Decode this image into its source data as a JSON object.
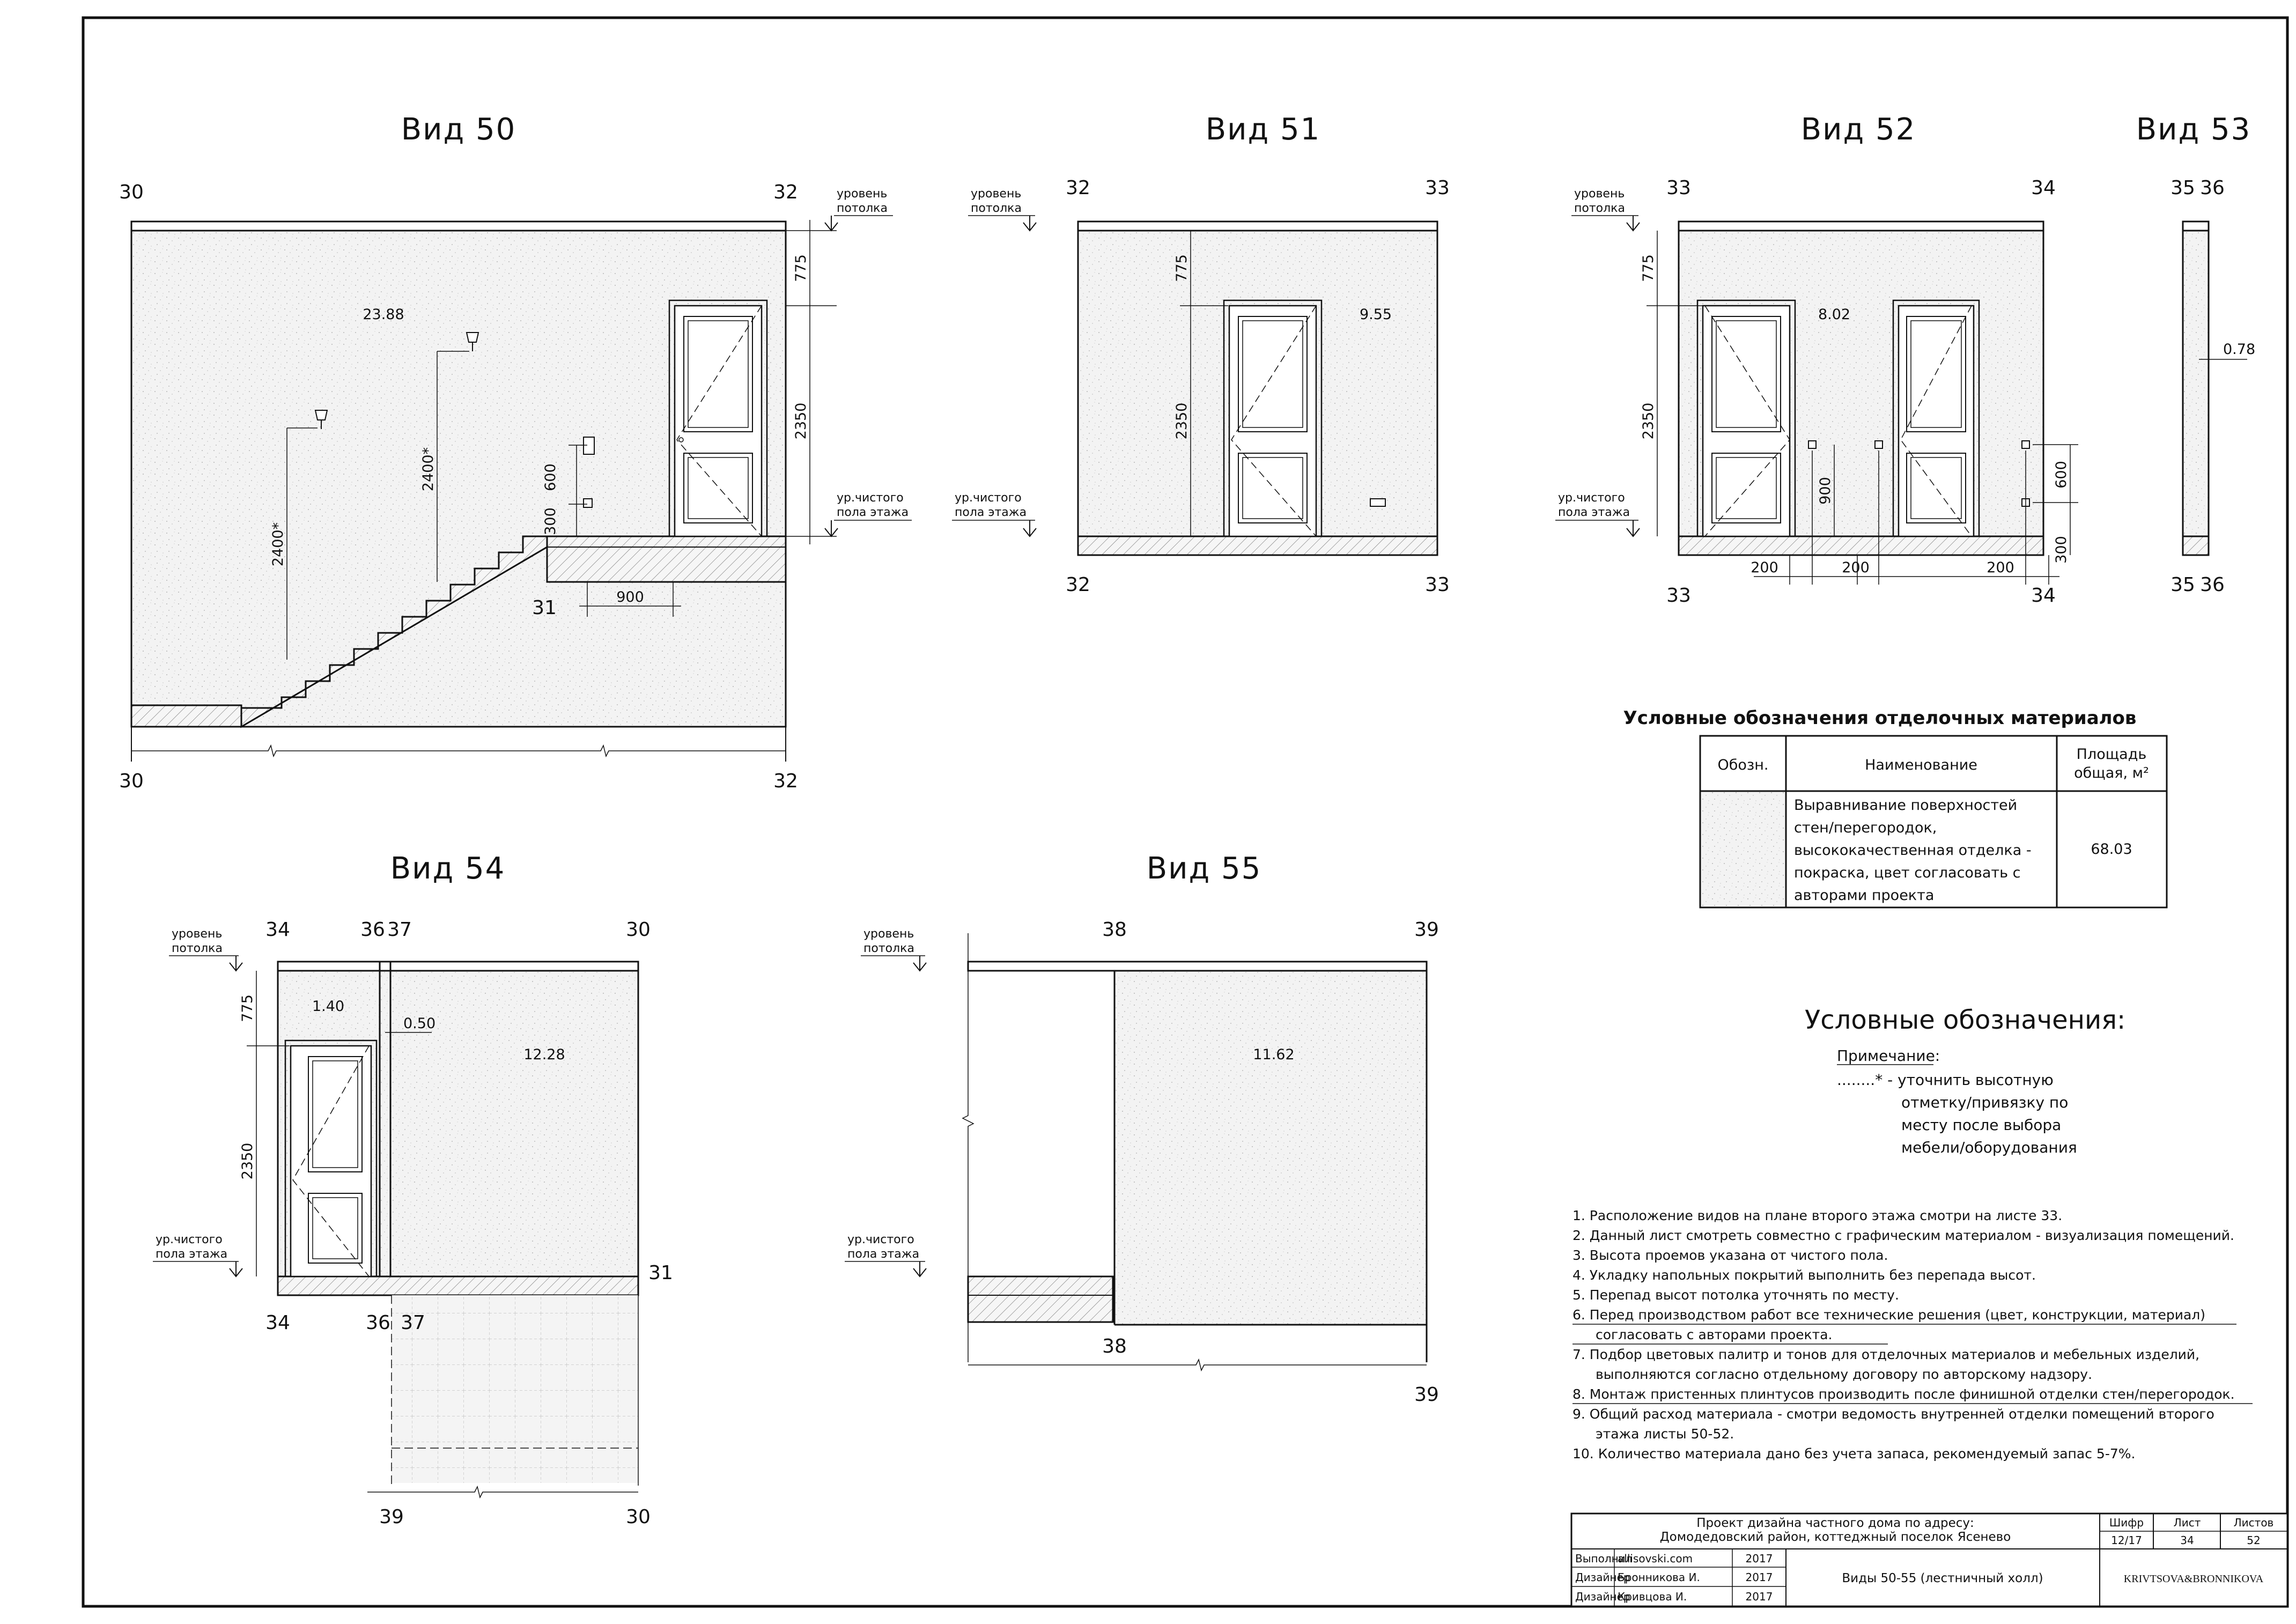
{
  "views": [
    {
      "title": "Вид 50",
      "axes": [
        "30",
        "32",
        "31",
        "30",
        "32"
      ],
      "area": "23.88"
    },
    {
      "title": "Вид 51",
      "axes": [
        "32",
        "33",
        "32",
        "33"
      ],
      "area": "9.55"
    },
    {
      "title": "Вид 52",
      "axes": [
        "33",
        "34",
        "33",
        "34"
      ],
      "area": "8.02"
    },
    {
      "title": "Вид 53",
      "axes": [
        "35",
        "36",
        "35",
        "36"
      ],
      "area": "0.78"
    },
    {
      "title": "Вид 54",
      "axes": [
        "34",
        "36",
        "37",
        "30",
        "34",
        "36",
        "37",
        "31",
        "39",
        "30"
      ],
      "areas": [
        "1.40",
        "0.50",
        "12.28"
      ]
    },
    {
      "title": "Вид 55",
      "axes": [
        "38",
        "39",
        "38",
        "39"
      ],
      "area": "11.62"
    }
  ],
  "levels": {
    "ceiling": [
      "уровень",
      "потолка"
    ],
    "floor": [
      "ур.чистого",
      "пола этажа"
    ]
  },
  "dims": {
    "d775": "775",
    "d2350": "2350",
    "d2400": "2400*",
    "d600": "600",
    "d300": "300",
    "d900": "900",
    "d200": "200"
  },
  "legend": {
    "title": "Условные обозначения отделочных материалов",
    "headers": [
      "Обозн.",
      "Наименование",
      "Площадь",
      "общая, м²"
    ],
    "row_text": [
      "Выравнивание поверхностей",
      "стен/перегородок,",
      "высококачественная отделка -",
      "покраска, цвет согласовать с",
      "авторами проекта"
    ],
    "row_value": "68.03"
  },
  "symbols": {
    "title": "Условные обозначения:",
    "note_label": "Примечание:",
    "note_lines": [
      "........* - уточнить высотную",
      "отметку/привязку по",
      "месту после выбора",
      "мебели/оборудования"
    ]
  },
  "notes": [
    "1. Расположение видов на плане второго этажа смотри на листе 33.",
    "2. Данный лист смотреть совместно с графическим материалом - визуализация помещений.",
    "3. Высота проемов указана от чистого пола.",
    "4. Укладку напольных покрытий выполнить без перепада высот.",
    "5. Перепад высот потолка уточнять по месту.",
    "6. Перед производством работ все технические решения (цвет, конструкции, материал)",
    "согласовать с авторами проекта.",
    "7. Подбор цветовых палитр и тонов для отделочных материалов и мебельных изделий,",
    "выполняются согласно отдельному договору по авторскому надзору.",
    "8. Монтаж пристенных плинтусов производить после финишной отделки стен/перегородок.",
    "9. Общий расход материала - смотри ведомость внутренней отделки помещений второго",
    "этажа листы 50-52.",
    "10. Количество материала дано без учета запаса, рекомендуемый запас 5-7%."
  ],
  "title_block": {
    "project": [
      "Проект дизайна частного дома по адресу:",
      "Домодедовский район, коттеджный поселок Ясенево"
    ],
    "col_headers": [
      "Шифр",
      "Лист",
      "Листов"
    ],
    "col_values": [
      "12/17",
      "34",
      "52"
    ],
    "rows": [
      [
        "Выполнил",
        "allisovski.com",
        "2017"
      ],
      [
        "Дизайнер",
        "Бронникова И.",
        "2017"
      ],
      [
        "Дизайнер",
        "Кривцова И.",
        "2017"
      ]
    ],
    "sheet_name": "Виды 50-55 (лестничный холл)",
    "brand": "KRIVTSOVA&BRONNIKOVA"
  },
  "colors": {
    "line": "#111111",
    "fill": "#f2f2f2"
  }
}
